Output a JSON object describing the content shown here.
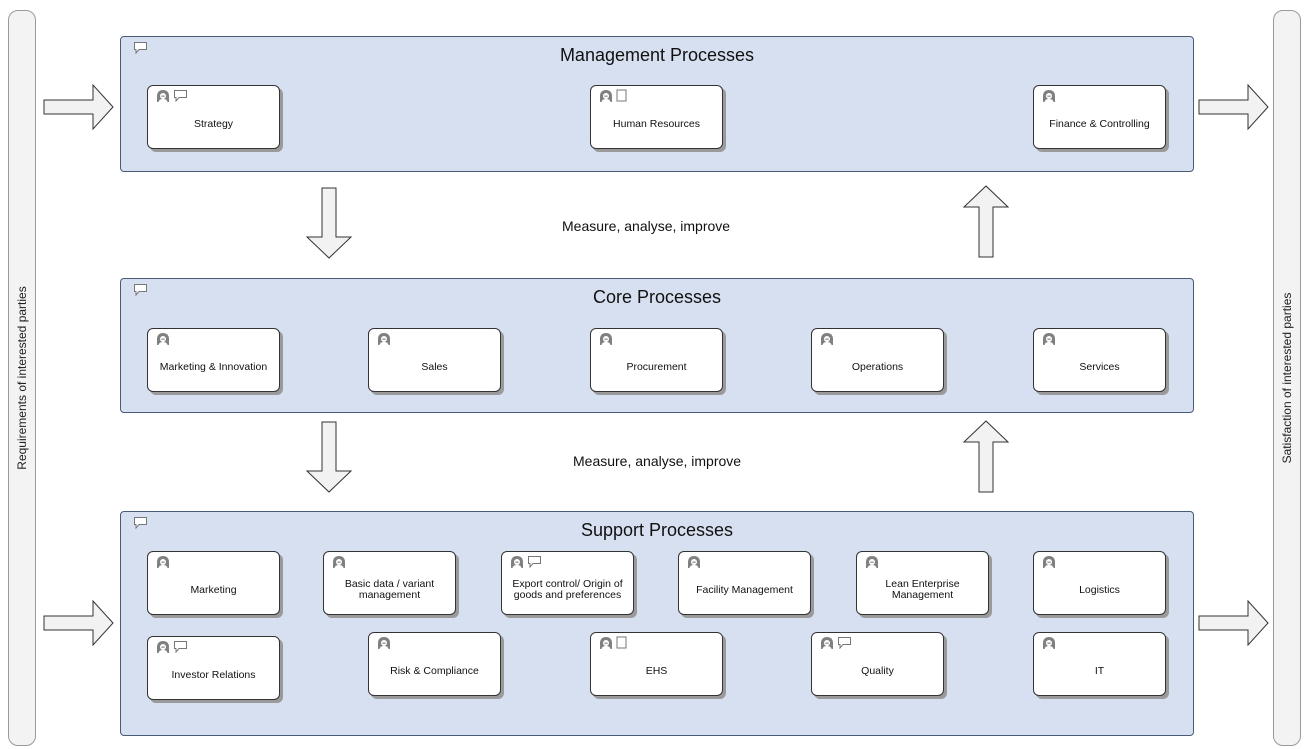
{
  "left_bar": {
    "label": "Requirements of interested parties"
  },
  "right_bar": {
    "label": "Satisfaction of interested parties"
  },
  "measure_texts": [
    "Measure, analyse, improve",
    "Measure, analyse, improve"
  ],
  "lanes": {
    "management": {
      "title": "Management Processes",
      "tasks": [
        {
          "label": "Strategy",
          "icons": [
            "role-icon",
            "comment-icon"
          ]
        },
        {
          "label": "Human Resources",
          "icons": [
            "role-icon",
            "document-icon"
          ]
        },
        {
          "label": "Finance & Controlling",
          "icons": [
            "role-icon"
          ]
        }
      ]
    },
    "core": {
      "title": "Core Processes",
      "tasks": [
        {
          "label": "Marketing & Innovation",
          "icons": [
            "role-icon"
          ]
        },
        {
          "label": "Sales",
          "icons": [
            "role-icon"
          ]
        },
        {
          "label": "Procurement",
          "icons": [
            "role-icon"
          ]
        },
        {
          "label": "Operations",
          "icons": [
            "role-icon"
          ]
        },
        {
          "label": "Services",
          "icons": [
            "role-icon"
          ]
        }
      ]
    },
    "support": {
      "title": "Support Processes",
      "tasks": [
        {
          "label": "Marketing",
          "icons": [
            "role-icon"
          ]
        },
        {
          "label": "Basic data / variant management",
          "icons": [
            "role-icon"
          ]
        },
        {
          "label": "Export control/ Origin of goods and preferences",
          "icons": [
            "role-icon",
            "comment-icon"
          ]
        },
        {
          "label": "Facility Management",
          "icons": [
            "role-icon"
          ]
        },
        {
          "label": "Lean Enterprise Management",
          "icons": [
            "role-icon"
          ]
        },
        {
          "label": "Logistics",
          "icons": [
            "role-icon"
          ]
        },
        {
          "label": "Investor Relations",
          "icons": [
            "role-icon",
            "comment-icon"
          ]
        },
        {
          "label": "Risk & Compliance",
          "icons": [
            "role-icon"
          ]
        },
        {
          "label": "EHS",
          "icons": [
            "role-icon",
            "document-icon"
          ]
        },
        {
          "label": "Quality",
          "icons": [
            "role-icon",
            "comment-icon"
          ]
        },
        {
          "label": "IT",
          "icons": [
            "role-icon"
          ]
        }
      ]
    }
  }
}
